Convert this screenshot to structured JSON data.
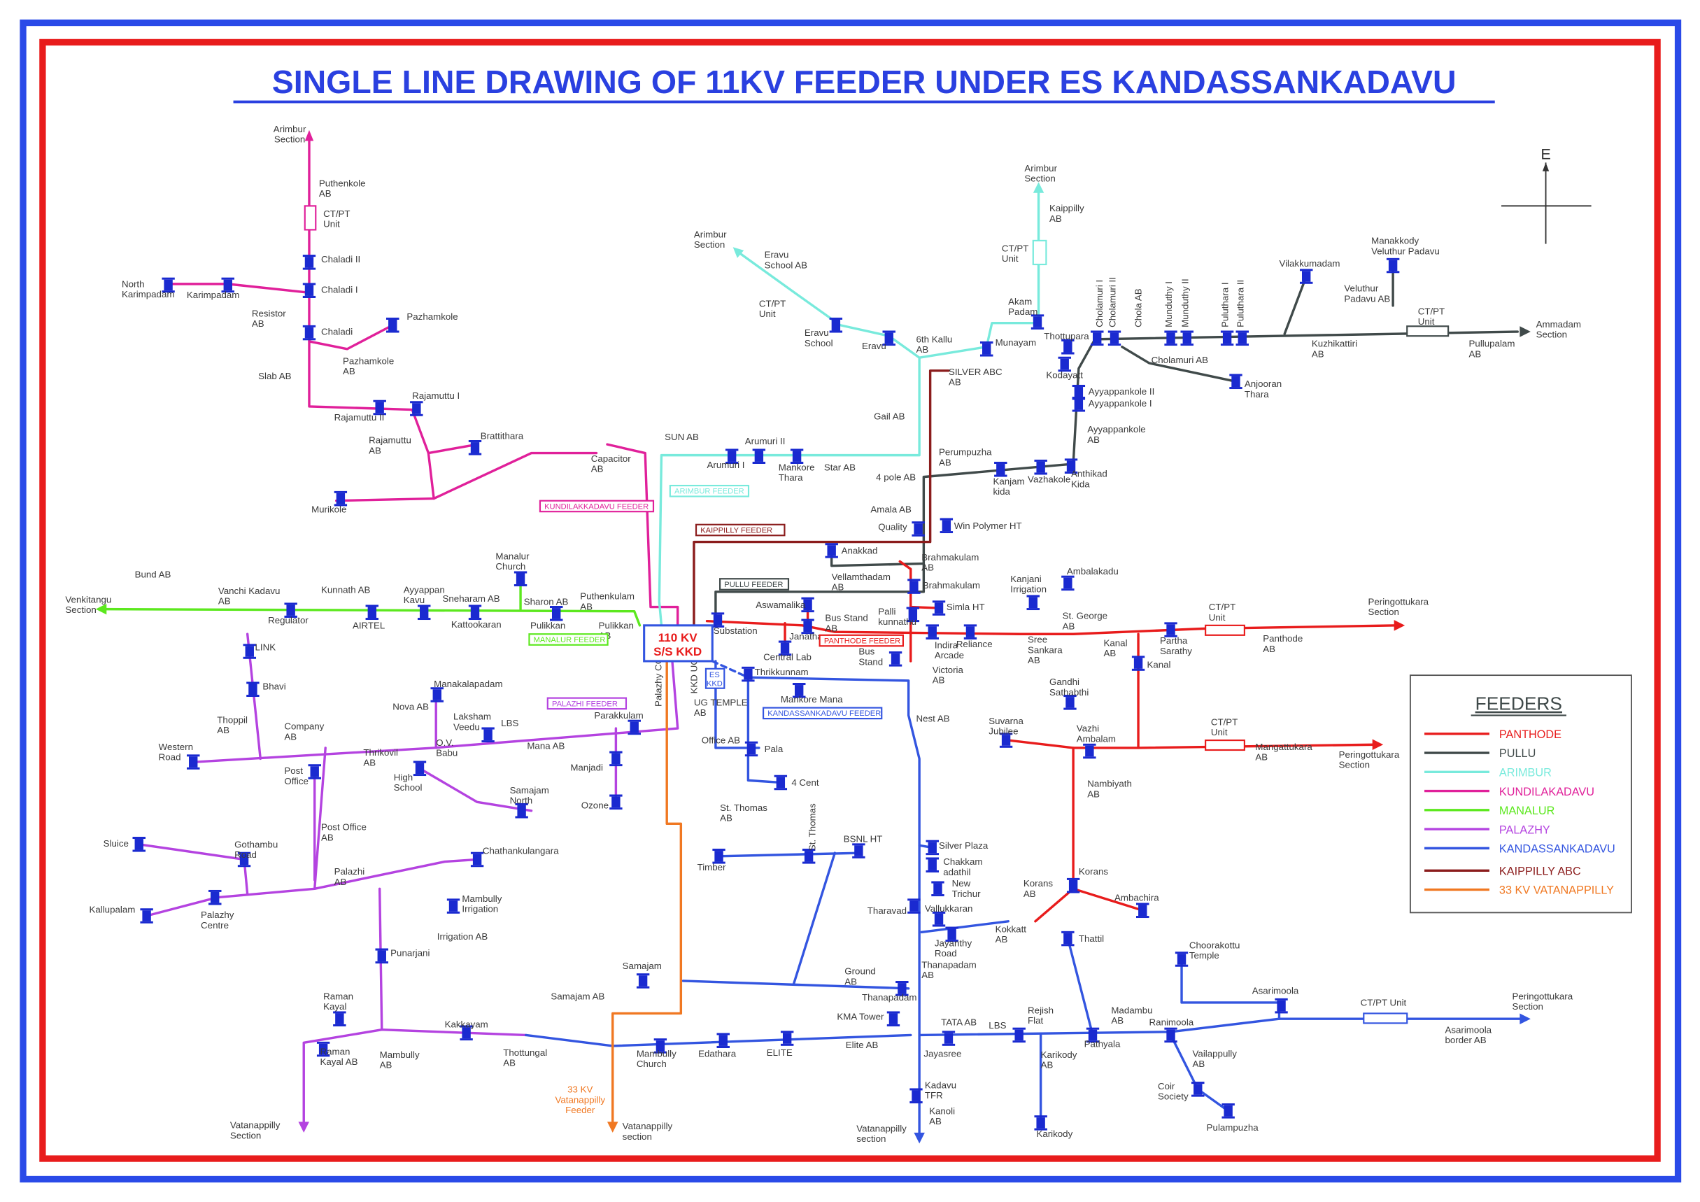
{
  "title": "SINGLE LINE DRAWING OF 11KV FEEDER UNDER ES KANDASSANKADAVU",
  "compass": "E",
  "substation": {
    "line1": "110 KV",
    "line2": "S/S KKD"
  },
  "es_box": "ES\nKKD",
  "feeder_boxes": {
    "kundil": "KUNDILAKKADAVU FEEDER",
    "arimbur": "ARIMBUR FEEDER",
    "kaippilly": "KAIPPILLY FEEDER",
    "pullu": "PULLU FEEDER",
    "manalur": "MANALUR FEEDER",
    "panthode": "PANTHODE FEEDER",
    "palazhi": "PALAZHI FEEDER",
    "kkd": "KANDASSANKADAVU FEEDER"
  },
  "legend": {
    "title": "FEEDERS",
    "items": [
      {
        "name": "PANTHODE",
        "color": "#e81c1c"
      },
      {
        "name": "PULLU",
        "color": "#404a4a"
      },
      {
        "name": "ARIMBUR",
        "color": "#78eadc"
      },
      {
        "name": "KUNDILAKADAVU",
        "color": "#e0209a"
      },
      {
        "name": "MANALUR",
        "color": "#5ce81e"
      },
      {
        "name": "PALAZHY",
        "color": "#b443e0"
      },
      {
        "name": "KANDASSANKADAVU",
        "color": "#3355e0"
      },
      {
        "name": "KAIPPILLY ABC",
        "color": "#8b1c1c"
      },
      {
        "name": "33 KV VATANAPPILLY",
        "color": "#f07822"
      }
    ]
  },
  "labels": {
    "arimbur_sec1": "Arimbur\nSection",
    "puthenkole": "Puthenkole\nAB",
    "ctpt1": "CT/PT\nUnit",
    "chaladi2": "Chaladi II",
    "chaladi1": "Chaladi I",
    "north_karimpadam": "North\nKarimpadam",
    "karimpadam": "Karimpadam",
    "resistor": "Resistor\nAB",
    "chaladi": "Chaladi",
    "pazhamkole": "Pazhamkole",
    "pazhamkole_ab": "Pazhamkole\nAB",
    "slab": "Slab AB",
    "rajamuttu1": "Rajamuttu I",
    "rajamuttu2": "Rajamuttu II",
    "rajamuttu_ab": "Rajamuttu\nAB",
    "brattithara": "Brattithara",
    "murikole": "Murikole",
    "capacitor": "Capacitor\nAB",
    "arimbur_sec2": "Arimbur\nSection",
    "eravu_school_ab": "Eravu\nSchool AB",
    "ctpt2": "CT/PT\nUnit",
    "eravu_school": "Eravu\nSchool",
    "eravu": "Eravu",
    "sixth_kallu": "6th Kallu\nAB",
    "arimbur_sec3": "Arimbur\nSection",
    "kaippilly_ab": "Kaippilly\nAB",
    "ctpt3": "CT/PT\nUnit",
    "akam_padam": "Akam\nPadam",
    "munayam": "Munayam",
    "gail": "Gail AB",
    "sun_ab": "SUN AB",
    "arumuri2": "Arumuri II",
    "arumuri1": "Arumuri I",
    "mankore_thara": "Mankore\nThara",
    "star_ab": "Star AB",
    "thottupara": "Thottupara",
    "kodayatt": "Kodayatt",
    "cholamuri1": "Cholamuri I",
    "cholamuri2": "Cholamuri II",
    "chola_ab": "Chola AB",
    "munduthy1": "Munduthy I",
    "munduthy2": "Munduthy II",
    "puluthara1": "Puluthara I",
    "puluthara2": "Puluthara II",
    "cholamuri_ab": "Cholamuri AB",
    "anjooran": "Anjooran\nThara",
    "vilakkumadam": "Vilakkumadam",
    "kuzhikattiri": "Kuzhikattiri\nAB",
    "manakkody": "Manakkody\nVeluthur Padavu",
    "veluthur": "Veluthur\nPadavu AB",
    "ctpt4": "CT/PT\nUnit",
    "pullupalam": "Pullupalam\nAB",
    "ammadam": "Ammadam\nSection",
    "ayyappankole2": "Ayyappankole II",
    "ayyappankole1": "Ayyappankole I",
    "ayyappankole_ab": "Ayyappankole\nAB",
    "silver_abc": "SILVER ABC\nAB",
    "perumpuzha": "Perumpuzha\nAB",
    "four_pole": "4 pole AB",
    "kanjamkida": "Kanjam\nkida",
    "vazhakole": "Vazhakole",
    "anthikad": "Anthikad\nKida",
    "amala": "Amala AB",
    "quality": "Quality",
    "win_polymer": "Win Polymer HT",
    "anakkad": "Anakkad",
    "brahmakulam_ab": "Brahmakulam\nAB",
    "vellamthadam": "Vellamthadam\nAB",
    "brahmakulam": "Brahmakulam",
    "aswamalika": "Aswamalika",
    "simla": "Simla HT",
    "palli": "Palli\nkunnathu",
    "substation": "Substation",
    "janatha": "Janatha",
    "bus_stand_ab": "Bus Stand\nAB",
    "indira": "Indira\nArcade",
    "reliance": "Reliance",
    "central_lab": "Central Lab",
    "bus_stand": "Bus\nStand",
    "victoria": "Victoria\nAB",
    "kanjani": "Kanjani\nIrrigation",
    "ambalakadu": "Ambalakadu",
    "st_george": "St. George\nAB",
    "sree_sankara": "Sree\nSankara\nAB",
    "ctpt5": "CT/PT\nUnit",
    "peringottukara1": "Peringottukara\nSection",
    "kanal_ab": "Kanal\nAB",
    "partha": "Partha\nSarathy",
    "panthode_ab": "Panthode\nAB",
    "kanal": "Kanal",
    "gandhi": "Gandhi\nSathabthi",
    "suvarna": "Suvarna\nJubilee",
    "vazhi": "Vazhi\nAmbalam",
    "ctpt6": "CT/PT\nUnit",
    "mangattukara": "Mangattukara\nAB",
    "peringottukara2": "Peringottukara\nSection",
    "nambiyath": "Nambiyath\nAB",
    "korans": "Korans",
    "korans_ab": "Korans\nAB",
    "ambachira": "Ambachira",
    "bund": "Bund AB",
    "venkitangu": "Venkitangu\nSection",
    "vanchi": "Vanchi Kadavu\nAB",
    "regulator": "Regulator",
    "kunnath": "Kunnath AB",
    "airtel": "AIRTEL",
    "ayyappan": "Ayyappan\nKavu",
    "sneharam": "Sneharam AB",
    "kattookaran": "Kattookaran",
    "sharon": "Sharon AB",
    "manalur_church": "Manalur\nChurch",
    "pulikkan": "Pulikkan",
    "pulikkan_ab": "Pulikkan\nAB",
    "puthenkulam": "Puthenkulam\nAB",
    "link": "LINK",
    "bhavi": "Bhavi",
    "thoppil": "Thoppil\nAB",
    "company": "Company\nAB",
    "western": "Western\nRoad",
    "nova": "Nova AB",
    "manakalapadam": "Manakalapadam",
    "laksham": "Laksham\nVeedu",
    "lbs1": "LBS",
    "ov_babu": "O.V.\nBabu",
    "mana_ab": "Mana AB",
    "thrikovil": "Thrikovil\nAB",
    "parakkulam": "Parakkulam",
    "post_office": "Post\nOffice",
    "high_school": "High\nSchool",
    "manjadi": "Manjadi",
    "samajam_north": "Samajam\nNorth",
    "ozone": "Ozone",
    "post_office_ab": "Post Office\nAB",
    "sluice": "Sluice",
    "gothambu": "Gothambu\nRoad",
    "chathankulangara": "Chathankulangara",
    "palazhi_ab": "Palazhi\nAB",
    "kallupalam": "Kallupalam",
    "palazhy_centre": "Palazhy\nCentre",
    "mambully_irr": "Mambully\nIrrigation",
    "irrigation_ab": "Irrigation AB",
    "punarjani": "Punarjani",
    "raman_kayal": "Raman\nKayal",
    "raman_kayal_ab": "Raman\nKayal AB",
    "mambully_ab": "Mambully\nAB",
    "kakkayam": "Kakkayam",
    "vatanappilly_sec1": "Vatanappilly\nSection",
    "palazhy_cc": "Palazhy CC AB",
    "kkd_ug": "KKD UG AB",
    "ug_temple": "UG TEMPLE\nAB",
    "office_ab": "Office AB",
    "thrikkunnam": "Thrikkunnam",
    "mankore_mana": "Mankore Mana",
    "nest": "Nest AB",
    "pala": "Pala",
    "four_cent": "4 Cent",
    "st_thomas_ab": "St. Thomas\nAB",
    "st_thomas": "St. Thomas",
    "bsnl": "BSNL HT",
    "timber": "Timber",
    "silver_plaza": "Silver Plaza",
    "chakkam": "Chakkam\nadathil",
    "new_trichur": "New\nTrichur",
    "tharavad": "Tharavad",
    "vallukkaran": "Vallukkaran",
    "kokkatt": "Kokkatt\nAB",
    "jayanthy": "Jayanthy\nRoad",
    "thanapadam_ab": "Thanapadam\nAB",
    "samajam": "Samajam",
    "ground_ab": "Ground\nAB",
    "thanapadam": "Thanapadam",
    "samajam_ab": "Samajam AB",
    "kma_tower": "KMA Tower",
    "tata": "TATA AB",
    "lbs2": "LBS",
    "rejish": "Rejish\nFlat",
    "elite_ab": "Elite AB",
    "jayasree": "Jayasree",
    "thottungal": "Thottungal\nAB",
    "mambully_church": "Mambully\nChurch",
    "edathara": "Edathara",
    "elite": "ELITE",
    "karikody_ab": "Karikody\nAB",
    "pathyala": "Pathyala",
    "madambu": "Madambu\nAB",
    "ranimoola": "Ranimoola",
    "vailappully": "Vailappully\nAB",
    "thattil": "Thattil",
    "choorakottu": "Choorakottu\nTemple",
    "asarimoola": "Asarimoola",
    "ctpt7": "CT/PT Unit",
    "asarimoola_border": "Asarimoola\nborder AB",
    "peringottukara3": "Peringottukara\nSection",
    "coir": "Coir\nSociety",
    "pulampuzha": "Pulampuzha",
    "kadavu": "Kadavu\nTFR",
    "kanoli": "Kanoli\nAB",
    "karikody": "Karikody",
    "vatanappilly_sec3": "Vatanappilly\nsection",
    "vatanappilly_sec2": "Vatanappilly\nsection",
    "kv33_feeder": "33 KV\nVatanappilly\nFeeder"
  }
}
